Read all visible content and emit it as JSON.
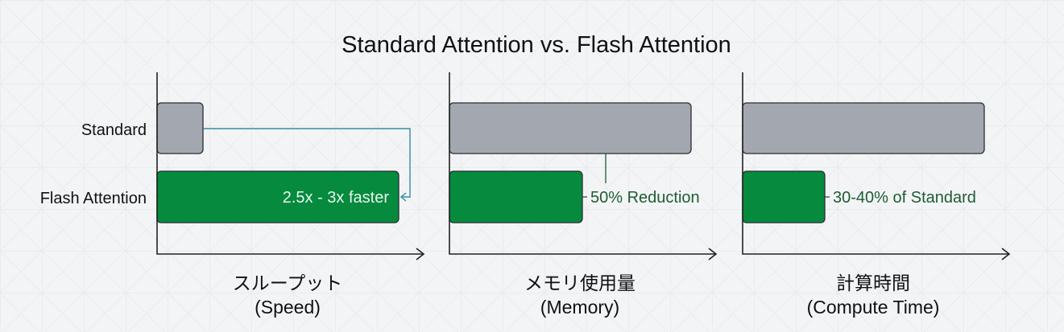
{
  "chart_data": {
    "type": "bar",
    "orientation": "horizontal",
    "title": "Standard Attention vs. Flash Attention",
    "categories": [
      "Standard",
      "Flash Attention"
    ],
    "panels": [
      {
        "xlabel_ja": "スループット",
        "xlabel_en": "(Speed)",
        "values": [
          19,
          100
        ],
        "annotation": "2.5x - 3x faster",
        "annotation_style": "inside"
      },
      {
        "xlabel_ja": "メモリ使用量",
        "xlabel_en": "(Memory)",
        "values": [
          100,
          55
        ],
        "annotation": "50% Reduction",
        "annotation_style": "outside"
      },
      {
        "xlabel_ja": "計算時間",
        "xlabel_en": "(Compute Time)",
        "values": [
          100,
          34
        ],
        "annotation": "30-40% of Standard",
        "annotation_style": "outside"
      }
    ],
    "xlim": [
      0,
      100
    ],
    "grid": false,
    "colors": {
      "standard": "#a3a7af",
      "flash": "#058a3e",
      "connector": "#2f8ea3",
      "label": "#1e5c33",
      "axis": "#222222"
    }
  }
}
